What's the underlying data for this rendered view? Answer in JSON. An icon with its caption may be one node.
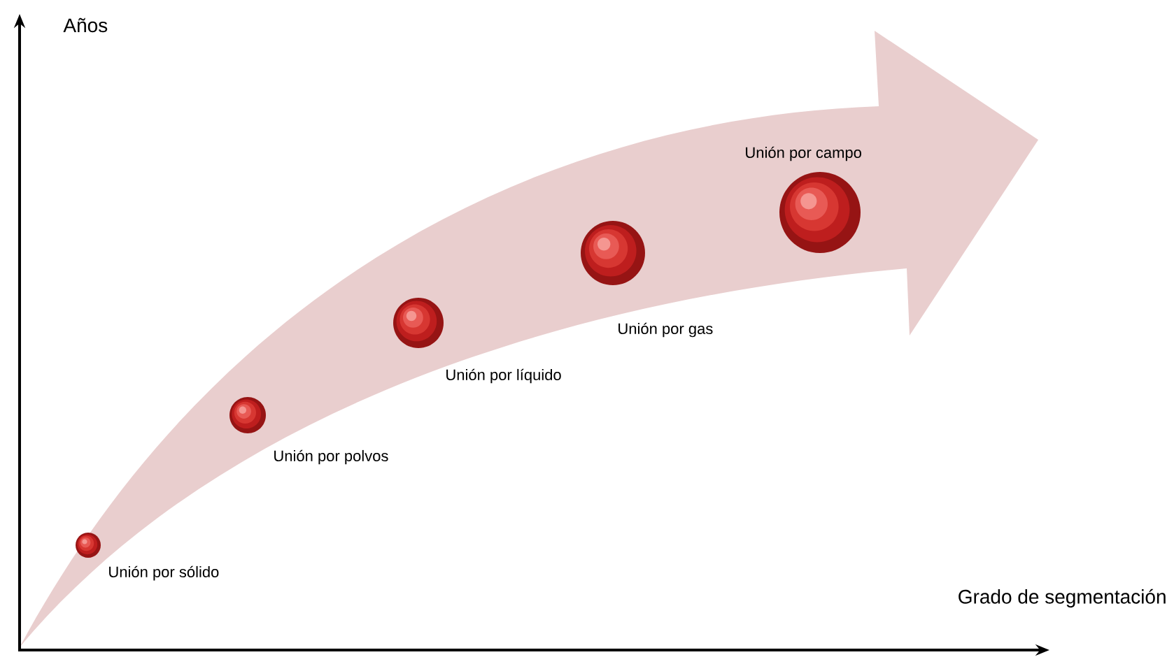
{
  "diagram": {
    "nodes": [
      {
        "text": [],
        "shape": "circle",
        "beside": [
          "Unión por sólido"
        ]
      },
      {
        "text": [],
        "shape": "circle",
        "beside": [
          "Unión por polvos"
        ]
      },
      {
        "text": [],
        "shape": "circle",
        "beside": [
          "Unión por líquido"
        ]
      },
      {
        "text": [],
        "shape": "circle",
        "beside": [
          "Unión por gas"
        ]
      },
      {
        "text": [],
        "shape": "circle",
        "beside": [
          "Unión por campo"
        ]
      }
    ],
    "labels": [
      "Años",
      "Grado de segmentación"
    ]
  }
}
